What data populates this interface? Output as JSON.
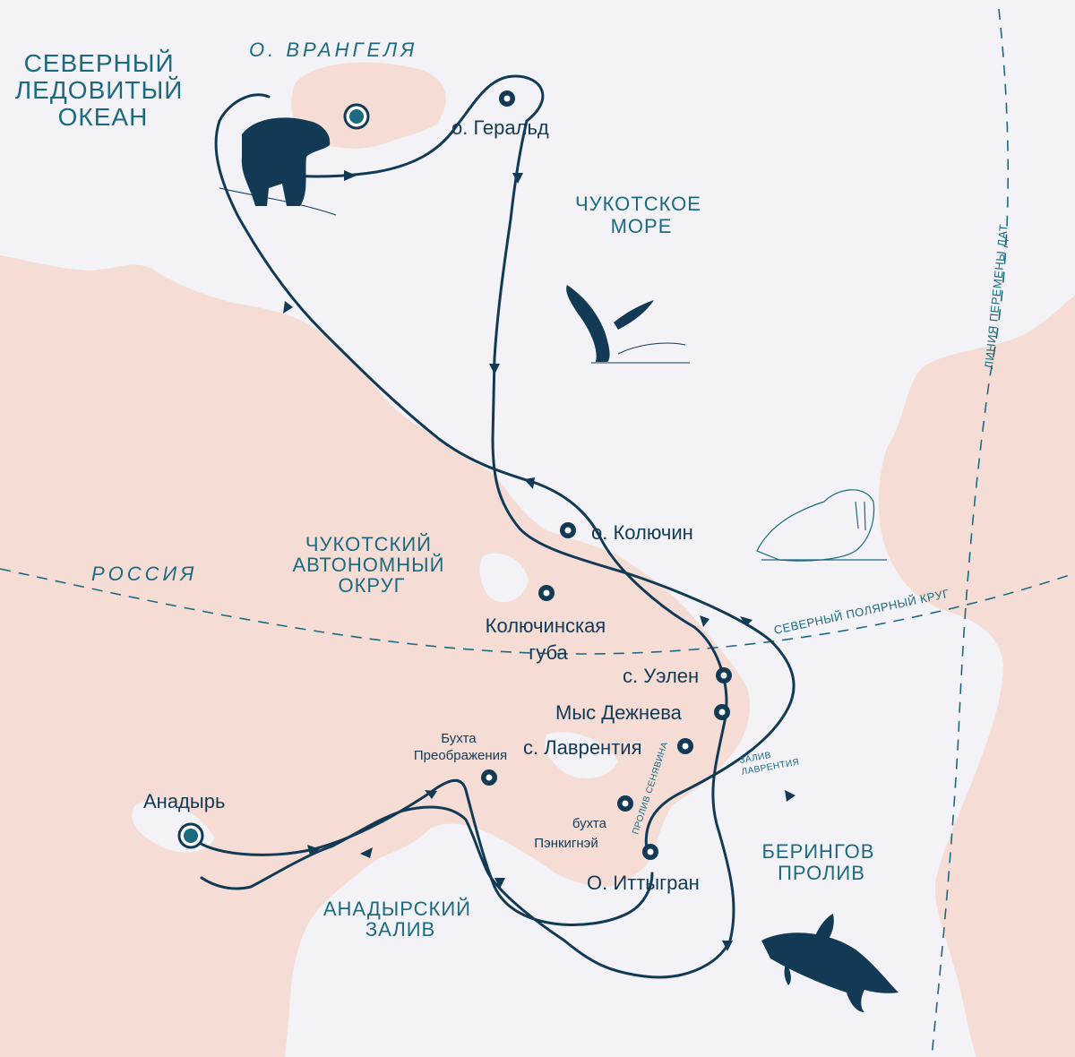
{
  "colors": {
    "sea": "#f3f2f6",
    "land": "#f5ddd6",
    "route": "#123a55",
    "label_sea": "#1c6a80",
    "label_place": "#123a55"
  },
  "labels": {
    "arctic_ocean": [
      "СЕВЕРНЫЙ",
      "ЛЕДОВИТЫЙ",
      "ОКЕАН"
    ],
    "wrangel": "О. ВРАНГЕЛЯ",
    "chukchi_sea": [
      "ЧУКОТСКОЕ",
      "МОРЕ"
    ],
    "date_line": "ЛИНИЯ ПЕРЕМЕНЫ ДАТ",
    "russia": "РОССИЯ",
    "chukotka_ao": [
      "ЧУКОТСКИЙ",
      "АВТОНОМНЫЙ",
      "ОКРУГ"
    ],
    "arctic_circle": "СЕВЕРНЫЙ ПОЛЯРНЫЙ КРУГ",
    "bering_strait": [
      "БЕРИНГОВ",
      "ПРОЛИВ"
    ],
    "anadyr_gulf": [
      "АНАДЫРСКИЙ",
      "ЗАЛИВ"
    ],
    "lavrentiya_bay": [
      "ЗАЛИВ",
      "ЛАВРЕНТИЯ"
    ],
    "senyavin_strait": "ПРОЛИВ СЕНЯВИНА"
  },
  "places": {
    "gerald": "о. Геральд",
    "kolyuchin": "о. Колючин",
    "kolyuchinskaya": [
      "Колючинская",
      "губа"
    ],
    "uelen": "с. Уэлен",
    "dezhnev": "Мыс Дежнева",
    "lavrentiya": "с. Лаврентия",
    "preobrazheniya": [
      "Бухта",
      "Преображения"
    ],
    "penkigney": [
      "бухта",
      "Пэнкигнэй"
    ],
    "ittygran": "О. Иттыгран",
    "anadyr": "Анадырь"
  },
  "animals": [
    "polar-bear",
    "humpback-whale",
    "walrus",
    "orca"
  ]
}
